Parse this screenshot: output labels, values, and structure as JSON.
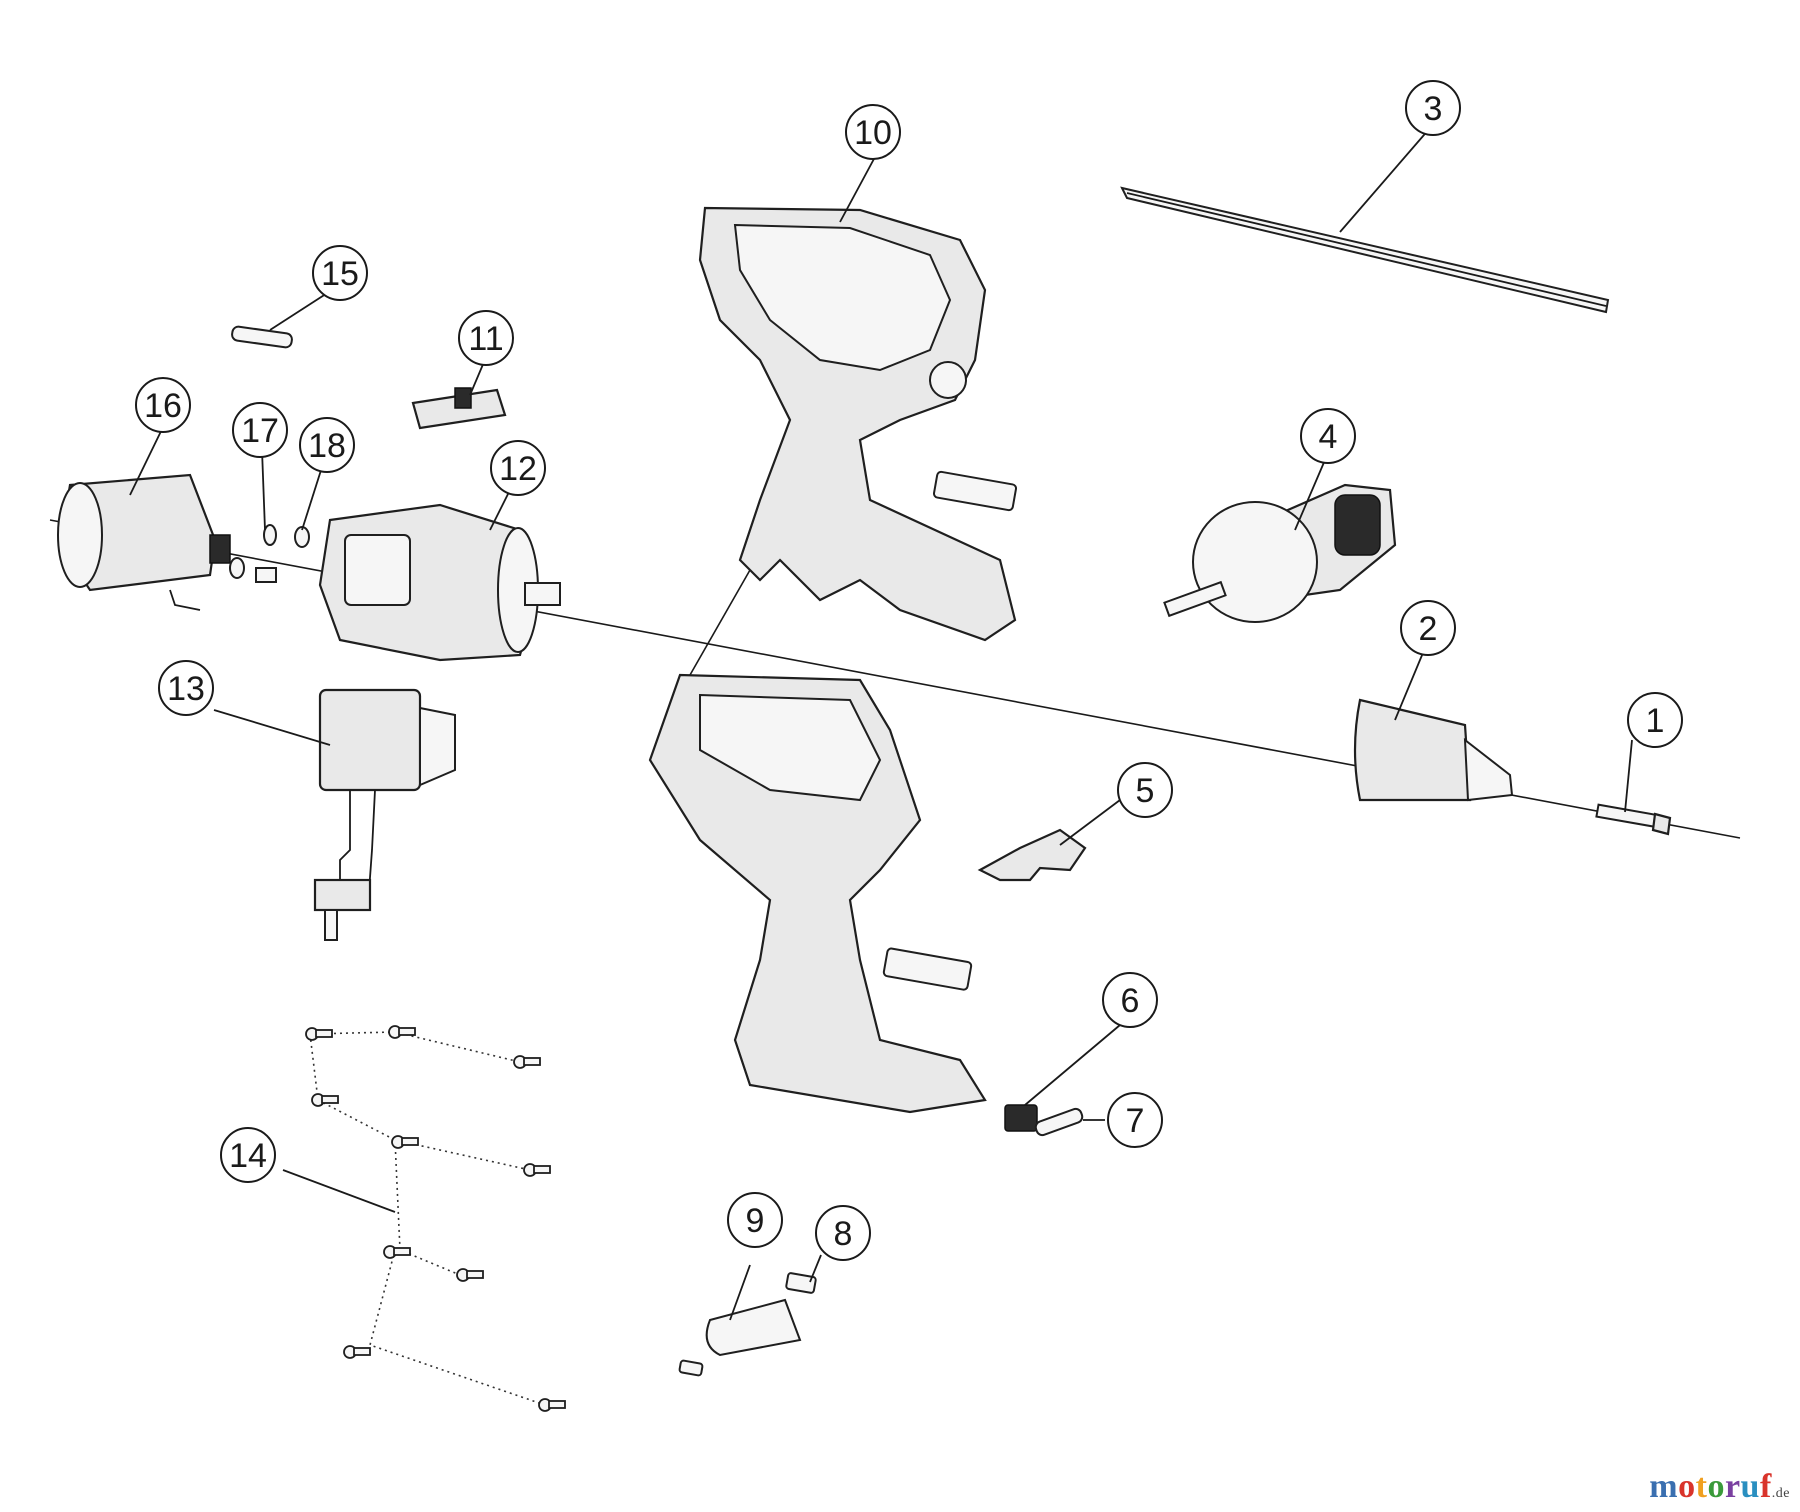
{
  "callouts": [
    "1",
    "2",
    "3",
    "4",
    "5",
    "6",
    "7",
    "8",
    "9",
    "10",
    "11",
    "12",
    "13",
    "14",
    "15",
    "16",
    "17",
    "18"
  ],
  "watermark": {
    "letters": [
      "m",
      "o",
      "t",
      "o",
      "r",
      "u",
      "f"
    ],
    "colors": [
      "#3a6fb0",
      "#d9342b",
      "#f0a020",
      "#3a9a3a",
      "#7a3fa0",
      "#2a8fc0",
      "#d9342b"
    ],
    "suffix": ".de"
  },
  "colors": {
    "ink": "#1a1a1a",
    "part_fill": "#e9e9e9"
  }
}
